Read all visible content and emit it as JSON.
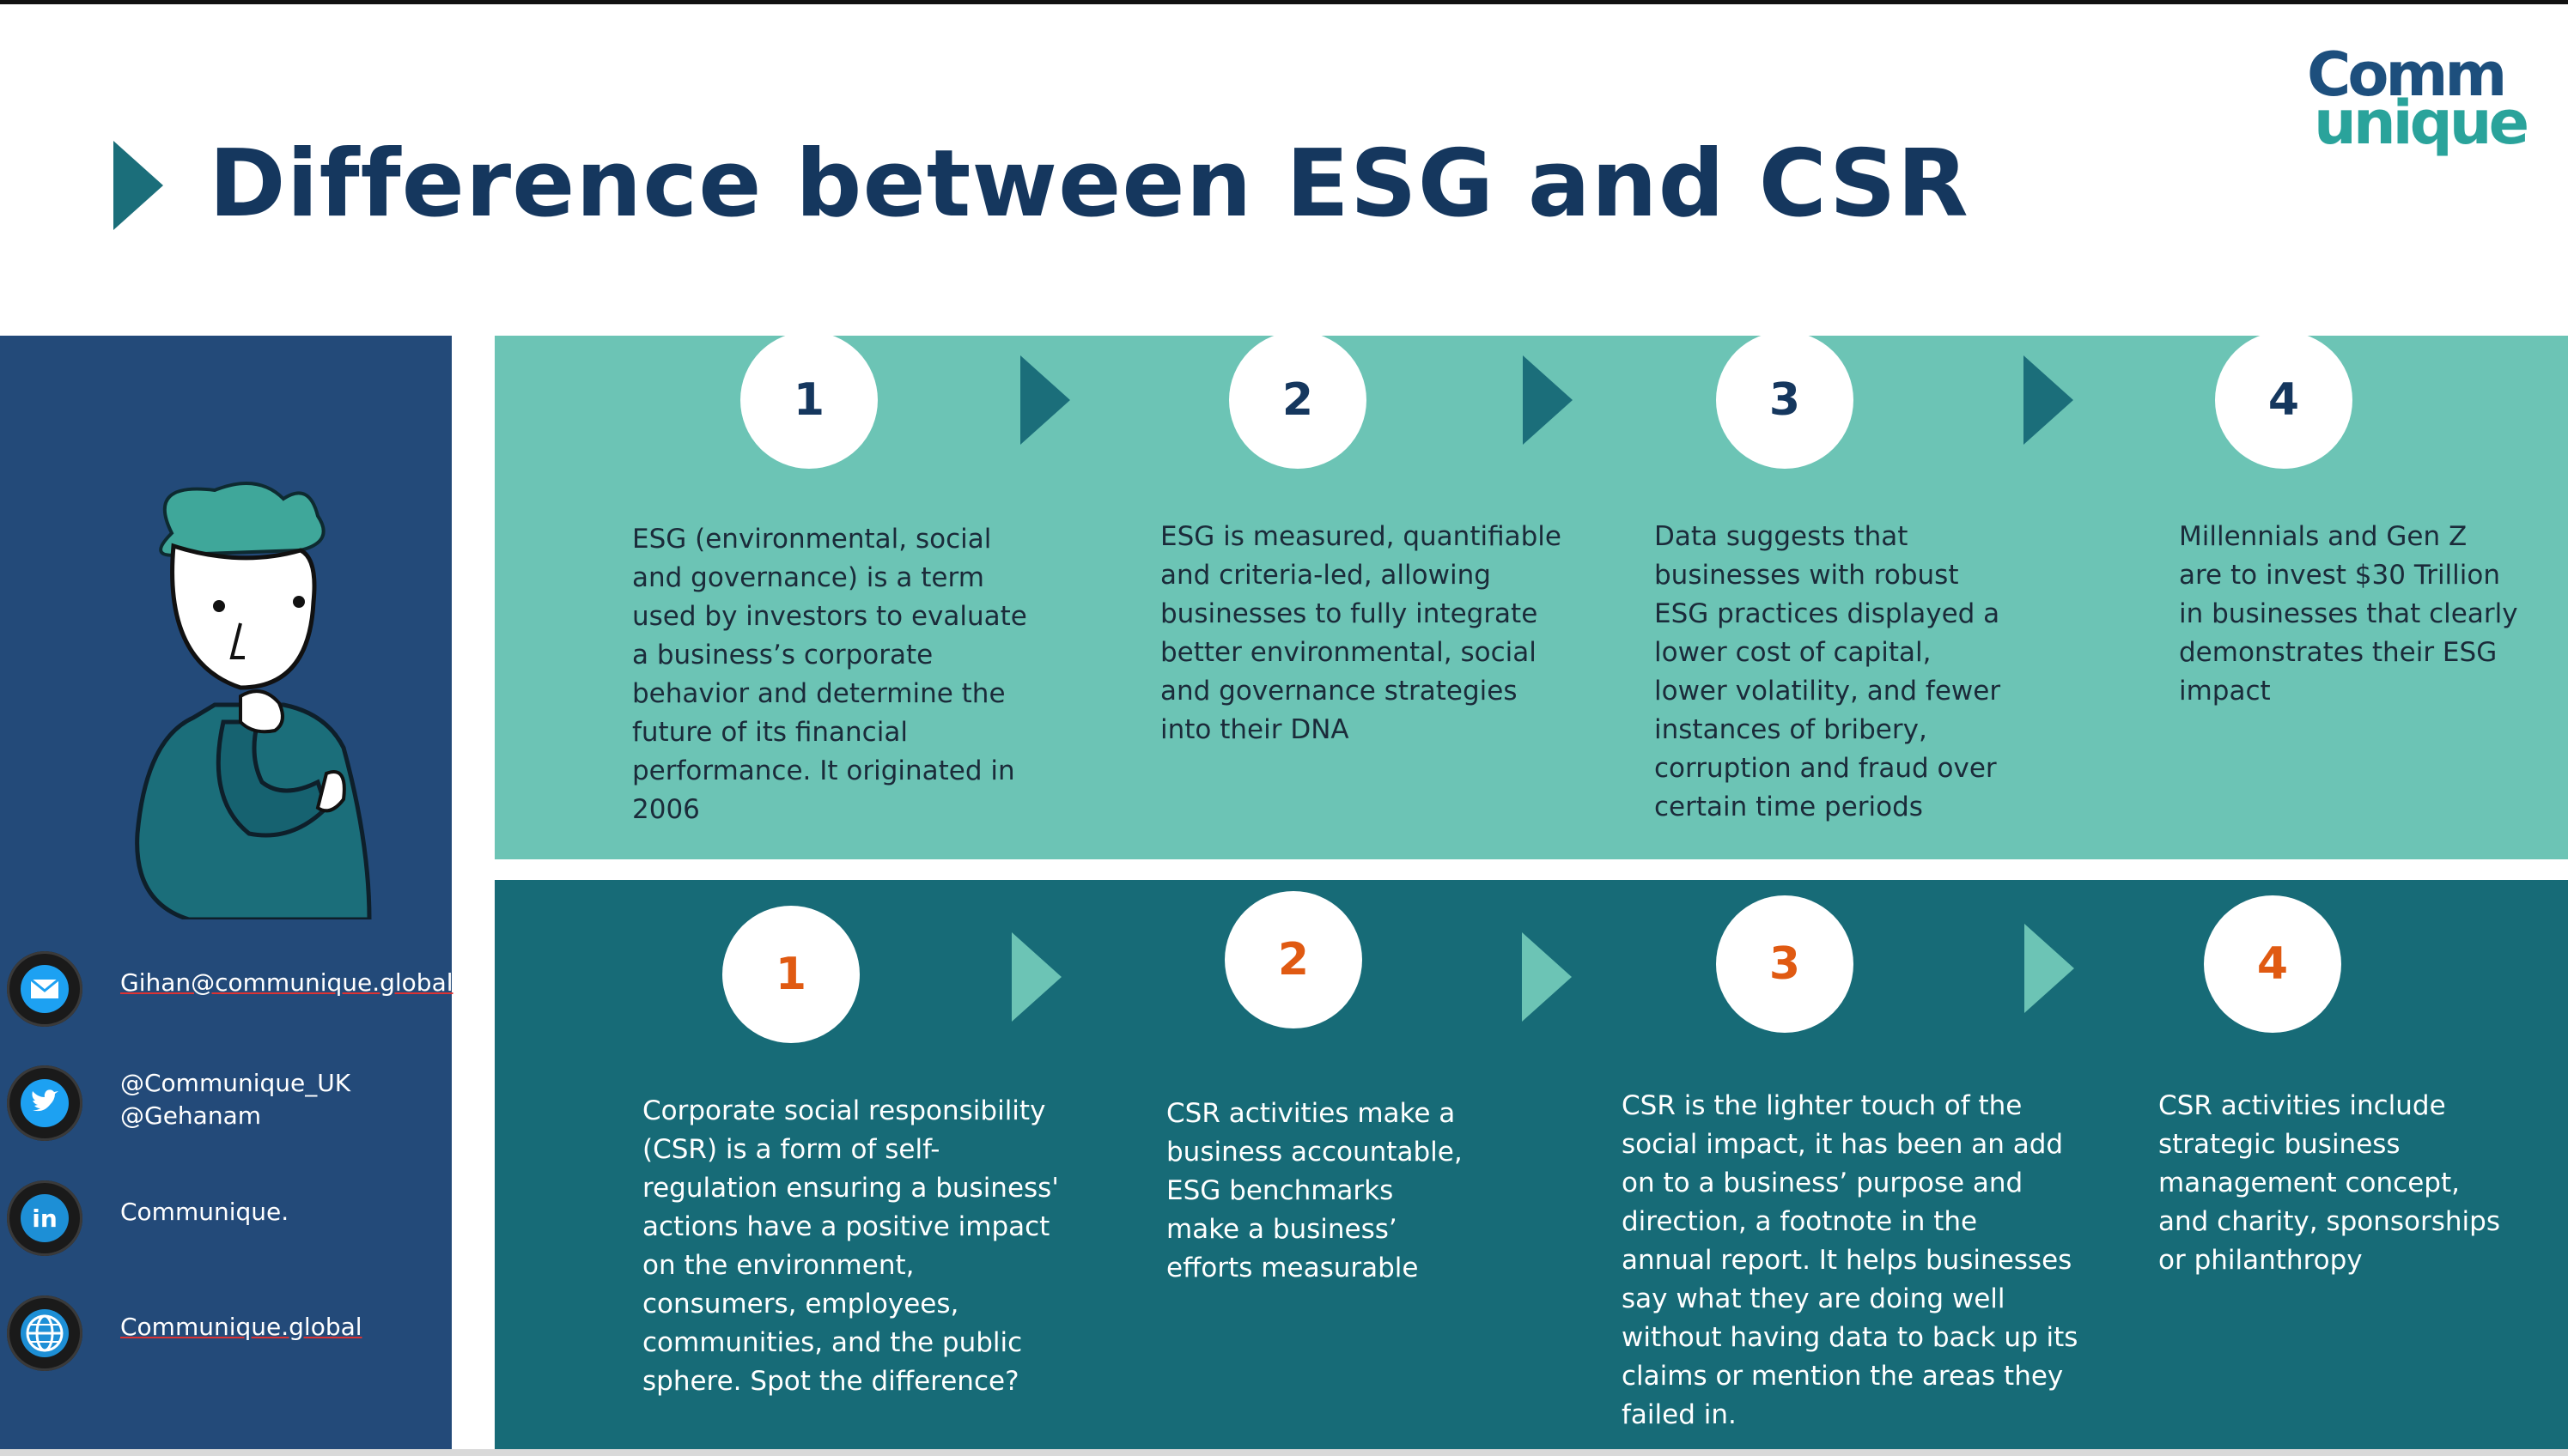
{
  "header": {
    "title": "Difference between ESG and CSR",
    "logo_line1": "Comm",
    "logo_line2": "unique"
  },
  "colors": {
    "navy": "#15375e",
    "teal_dark": "#176b77",
    "teal_light": "#6cc4b5",
    "sidebar": "#234a79",
    "orange": "#e05a12"
  },
  "sidebar": {
    "avatar_icon": "thinking-person-illustration",
    "contacts": [
      {
        "icon": "email-icon",
        "text": "Gihan@communique.global"
      },
      {
        "icon": "twitter-icon",
        "text": "@Communique_UK\n@Gehanam"
      },
      {
        "icon": "linkedin-icon",
        "text": "Communique."
      },
      {
        "icon": "globe-icon",
        "text": "Communique.global"
      }
    ]
  },
  "esg_steps": [
    {
      "number": "1",
      "text": "ESG (environmental, social\nand governance) is a term\nused by investors to evaluate\na business’s corporate\nbehavior and determine the\nfuture of its  financial\nperformance. It originated in\n2006"
    },
    {
      "number": "2",
      "text": "ESG is measured, quantifiable\nand criteria-led, allowing\nbusinesses to fully integrate\nbetter environmental, social\nand governance strategies\ninto their DNA"
    },
    {
      "number": "3",
      "text": "Data suggests that\nbusinesses with robust\nESG practices displayed a\nlower cost of capital,\nlower volatility, and fewer\ninstances of bribery,\ncorruption and fraud over\ncertain time periods"
    },
    {
      "number": "4",
      "text": "Millennials and Gen Z\nare to invest $30 Trillion\nin businesses that clearly\ndemonstrates their ESG\nimpact"
    }
  ],
  "csr_steps": [
    {
      "number": "1",
      "text": "Corporate social responsibility\n(CSR) is a form of self-\nregulation ensuring a business'\nactions have a positive impact\non the environment,\nconsumers, employees,\ncommunities, and the public\nsphere. Spot the difference?"
    },
    {
      "number": "2",
      "text": "CSR activities make a\nbusiness accountable,\nESG benchmarks\nmake a business’\nefforts measurable"
    },
    {
      "number": "3",
      "text": "CSR is the lighter touch of the\nsocial impact, it has been an add\non to a business’ purpose and\ndirection, a footnote in the\nannual report. It helps businesses\nsay what they are doing well\nwithout having data to back up its\nclaims or mention the areas they\nfailed in."
    },
    {
      "number": "4",
      "text": "CSR activities include\nstrategic business\nmanagement  concept,\nand charity, sponsorships\nor philanthropy"
    }
  ]
}
